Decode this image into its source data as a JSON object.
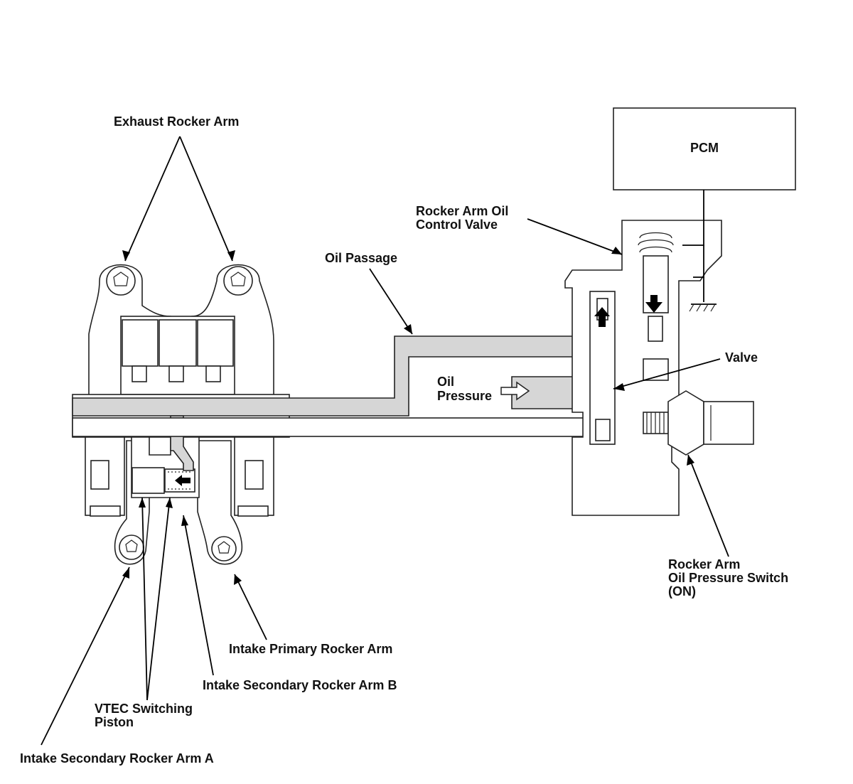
{
  "labels": {
    "exhaust_rocker_arm": "Exhaust Rocker Arm",
    "pcm": "PCM",
    "rocker_arm_oil_control_valve_line1": "Rocker Arm Oil",
    "rocker_arm_oil_control_valve_line2": "Control Valve",
    "oil_passage": "Oil Passage",
    "valve": "Valve",
    "oil_pressure_line1": "Oil",
    "oil_pressure_line2": "Pressure",
    "oil_pressure_switch_line1": "Rocker Arm",
    "oil_pressure_switch_line2": "Oil Pressure Switch",
    "oil_pressure_switch_line3": "(ON)",
    "intake_primary_rocker_arm": "Intake Primary Rocker Arm",
    "intake_secondary_rocker_arm_b": "Intake Secondary Rocker Arm B",
    "vtec_switching_piston_line1": "VTEC Switching",
    "vtec_switching_piston_line2": "Piston",
    "intake_secondary_rocker_arm_a": "Intake Secondary Rocker Arm A"
  },
  "icons": {
    "oil_flow_arrow": "hollow-arrow-right",
    "piston_direction_arrow": "solid-arrow-left",
    "valve_up_arrow": "solid-arrow-up",
    "valve_down_arrow": "solid-arrow-down",
    "ground_symbol": "ground-icon"
  },
  "colors": {
    "oil_fill": "#d6d6d6",
    "line": "#000000"
  }
}
